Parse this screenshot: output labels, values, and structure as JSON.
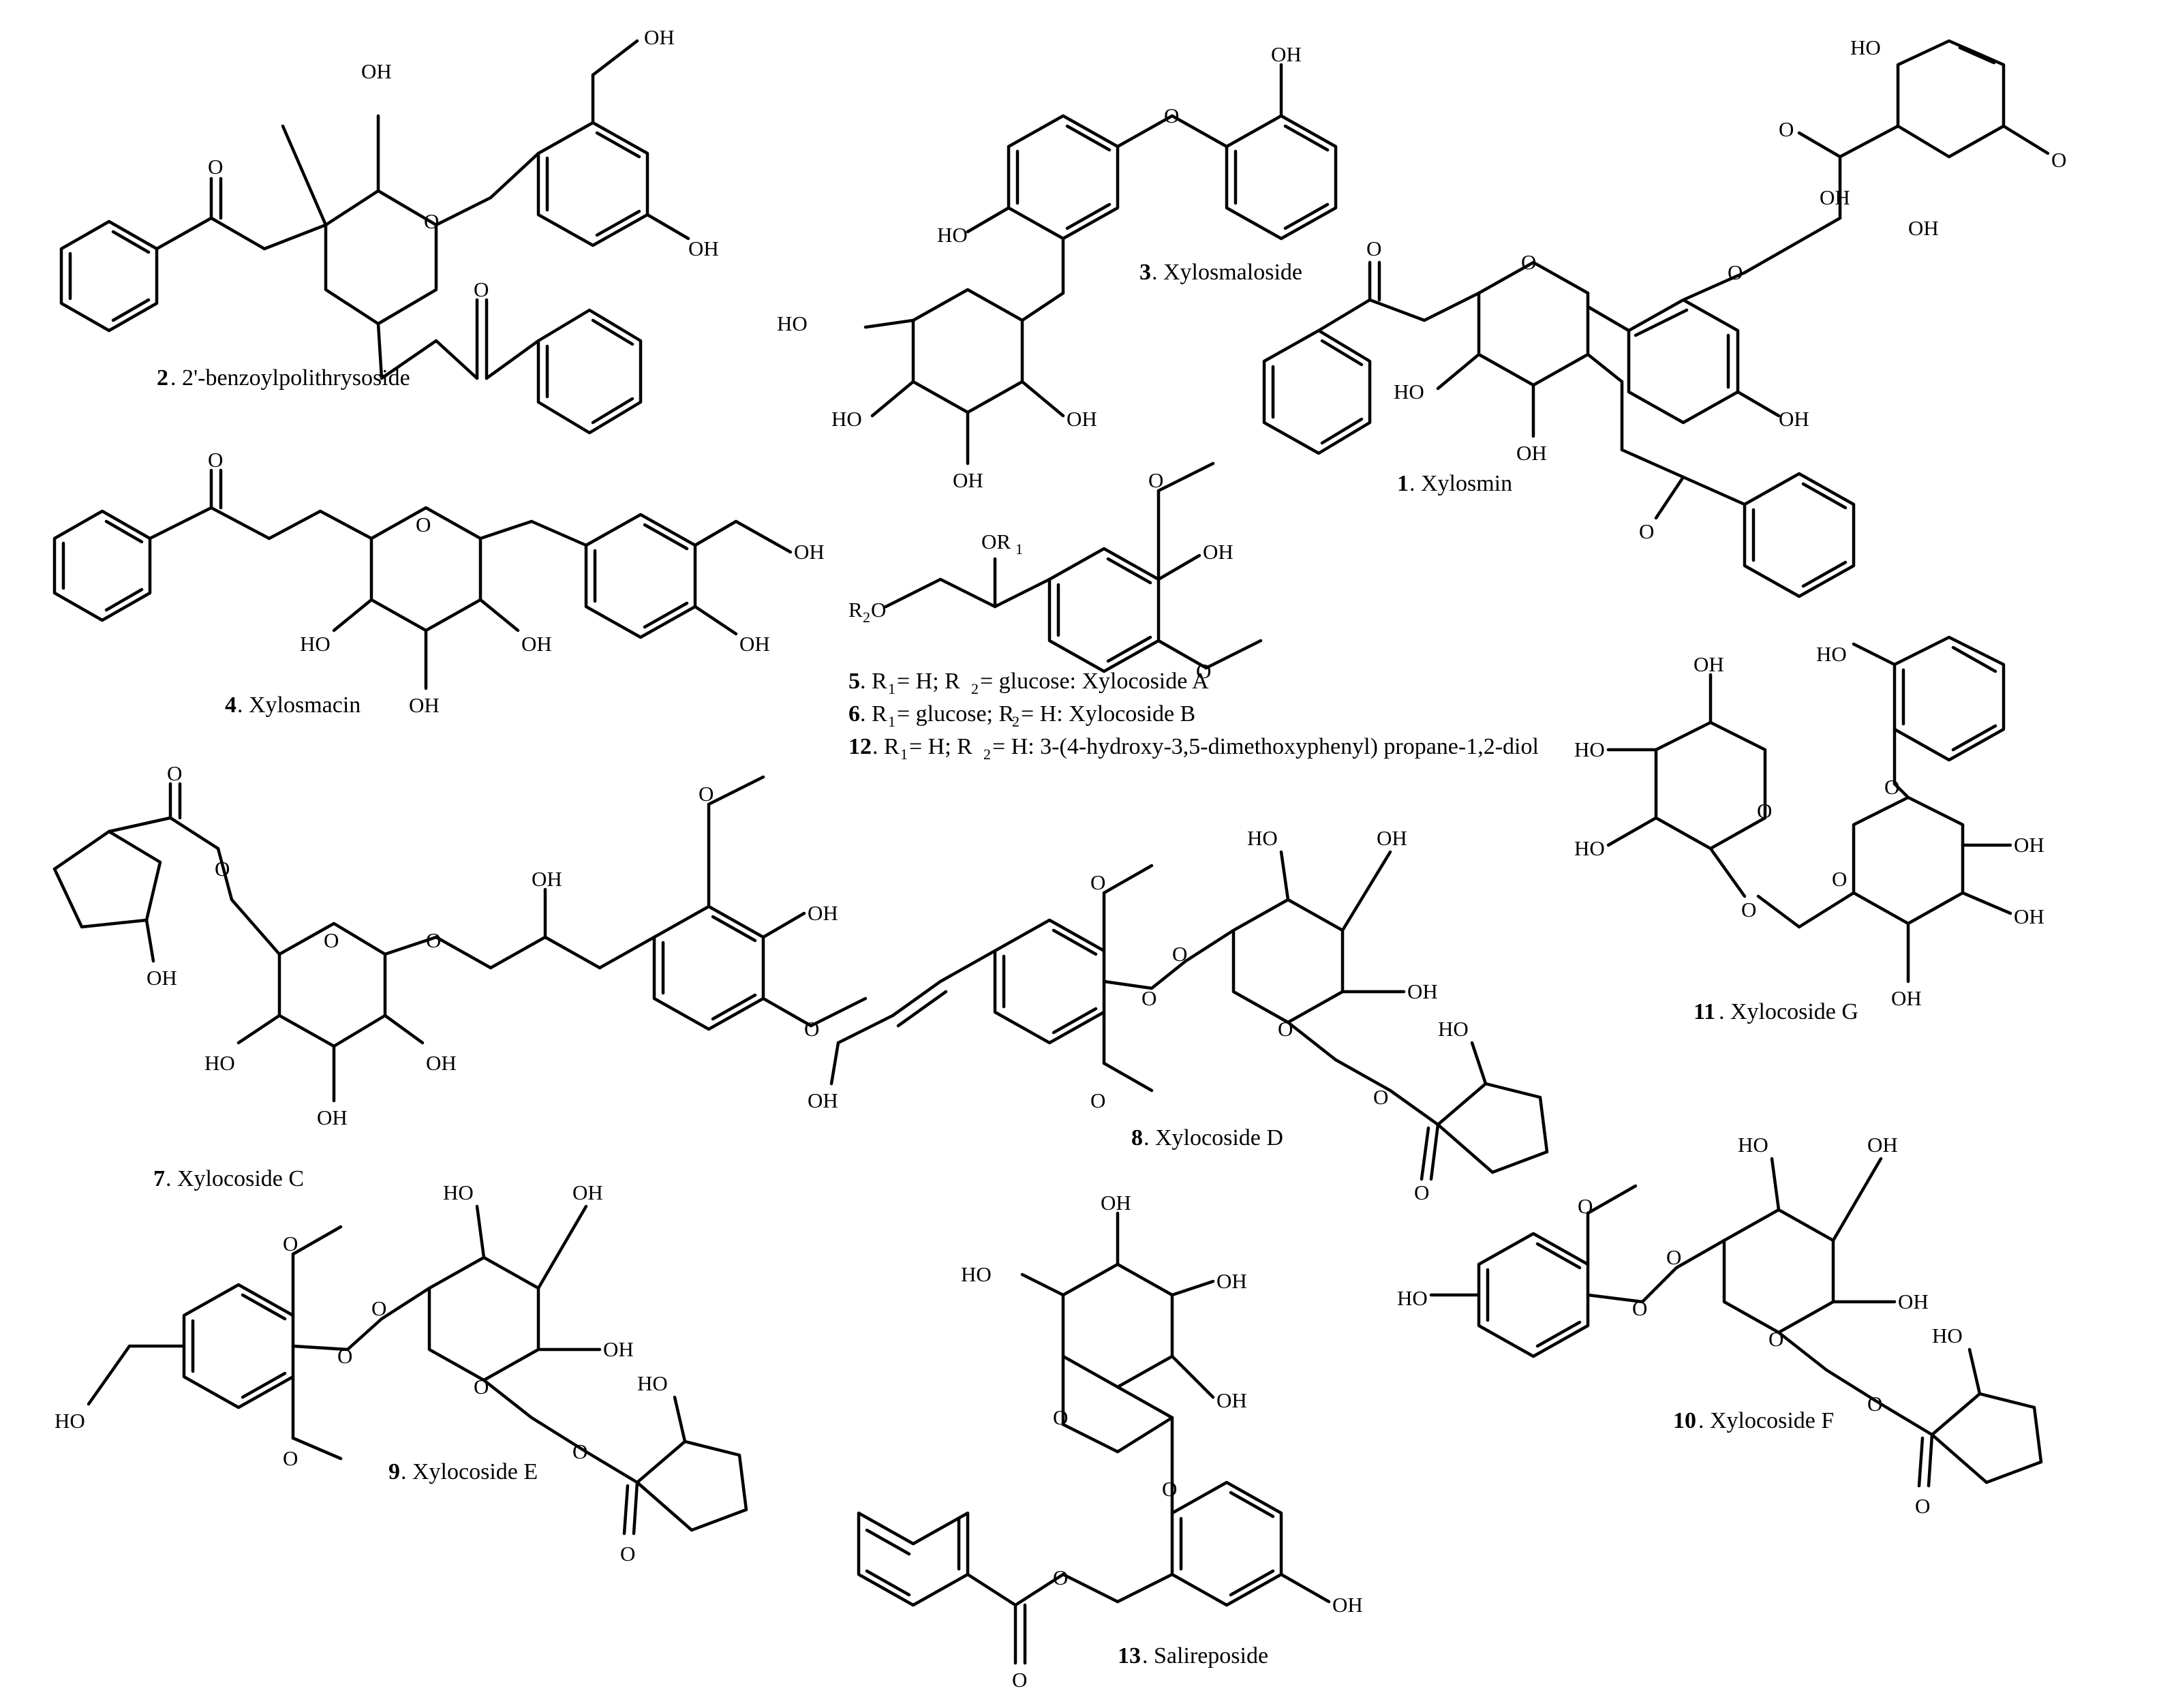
{
  "atoms": {
    "oh": "OH",
    "ho": "HO",
    "o": "O",
    "r1": "OR",
    "r2": "R",
    "sub1": "1",
    "sub2": "2"
  },
  "captions": {
    "c2": {
      "num": "2",
      "text": ". 2'-benzoylpolithrysoside"
    },
    "c3": {
      "num": "3",
      "text": ". Xylosmaloside"
    },
    "c1": {
      "num": "1",
      "text": ". Xylosmin"
    },
    "c4": {
      "num": "4",
      "text": ". Xylosmacin"
    },
    "c5": {
      "num": "5",
      "pre": ". R",
      "mid1": "= H; R",
      "post": "= glucose: Xylocoside A"
    },
    "c6": {
      "num": "6",
      "pre": ". R",
      "mid1": "= glucose; R",
      "post": "= H: Xylocoside B"
    },
    "c12": {
      "num": "12",
      "pre": ". R",
      "mid1": "= H; R",
      "post": "= H: 3-(4-hydroxy-3,5-dimethoxyphenyl) propane-1,2-diol"
    },
    "c11": {
      "num": "11",
      "text": ". Xylocoside G"
    },
    "c7": {
      "num": "7",
      "text": ". Xylocoside C"
    },
    "c8": {
      "num": "8",
      "text": ". Xylocoside D"
    },
    "c9": {
      "num": "9",
      "text": ". Xylocoside E"
    },
    "c13": {
      "num": "13",
      "text": ". Salireposide"
    },
    "c10": {
      "num": "10",
      "text": ". Xylocoside F"
    }
  }
}
